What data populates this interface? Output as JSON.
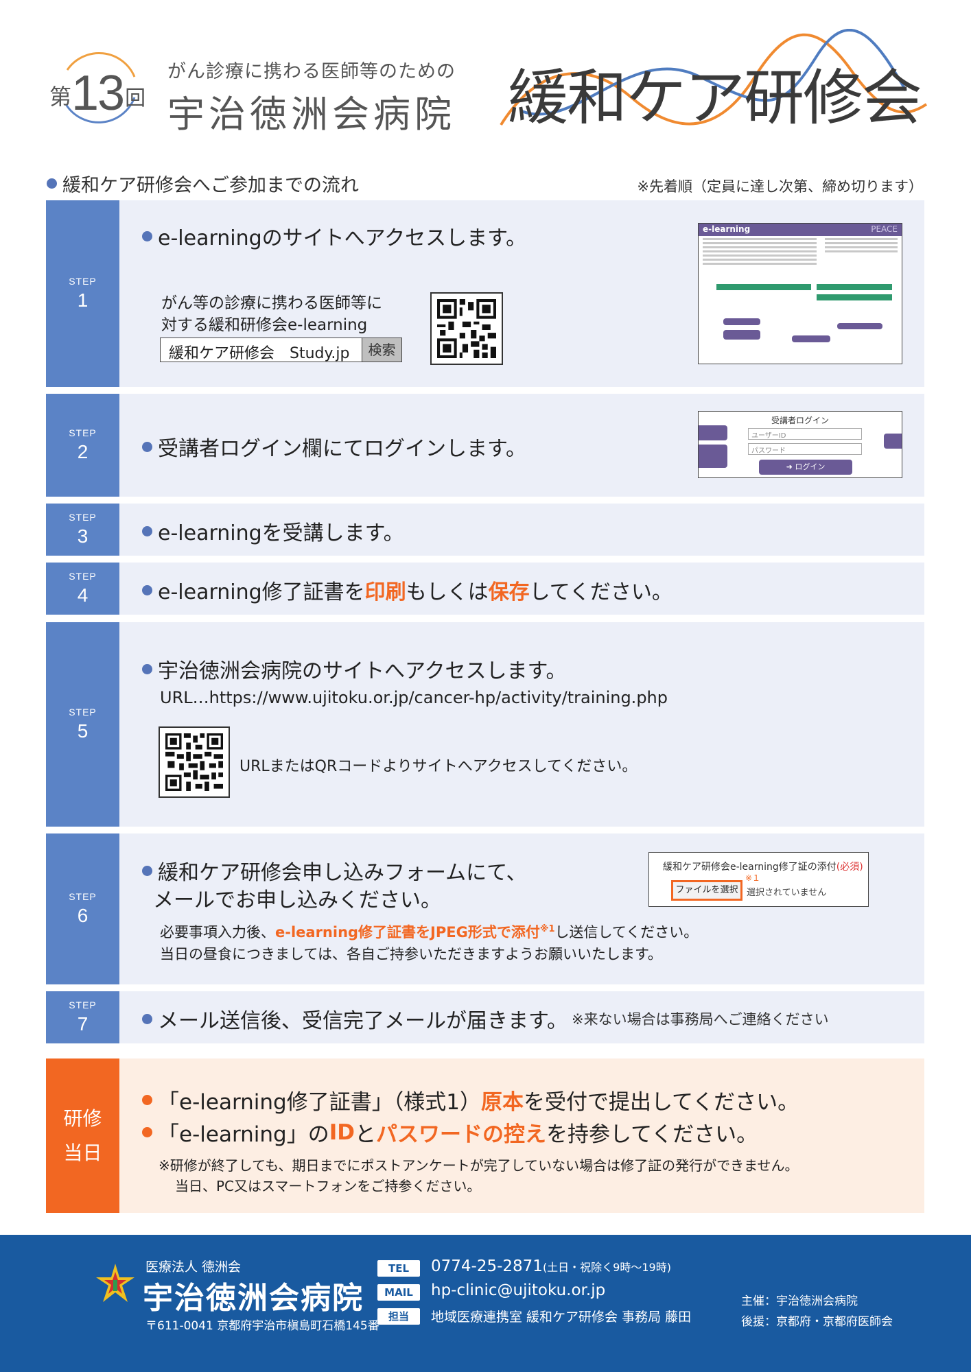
{
  "header": {
    "round_prefix": "第",
    "round_number": "13",
    "round_suffix": "回",
    "subtitle": "がん診療に携わる医師等のための",
    "hospital": "宇治徳洲会病院",
    "title": "緩和ケア研修会"
  },
  "flow": {
    "title": "緩和ケア研修会へご参加までの流れ",
    "note": "※先着順（定員に達し次第、締め切ります）"
  },
  "steps": {
    "label": "STEP",
    "s1": {
      "num": "1",
      "text": "e-learningのサイトへアクセスします。",
      "desc1": "がん等の診療に携わる医師等に",
      "desc2": "対する緩和研修会e-learning",
      "search_value": "緩和ケア研修会　Study.jp",
      "search_button": "検索",
      "thumb_title": "e-learning",
      "thumb_brand": "PEACE"
    },
    "s2": {
      "num": "2",
      "text": "受講者ログイン欄にてログインします。",
      "panel_title": "受講者ログイン",
      "user_placeholder": "ユーザーID",
      "pass_placeholder": "パスワード",
      "login_button": "ログイン"
    },
    "s3": {
      "num": "3",
      "text": "e-learningを受講します。"
    },
    "s4": {
      "num": "4",
      "t1": "e-learning修了証書を",
      "h1": "印刷",
      "t2": "もしくは",
      "h2": "保存",
      "t3": "してください。"
    },
    "s5": {
      "num": "5",
      "text": "宇治徳洲会病院のサイトへアクセスします。",
      "url": "URL…https://www.ujitoku.or.jp/cancer-hp/activity/training.php",
      "qr_note": "URLまたはQRコードよりサイトへアクセスしてください。"
    },
    "s6": {
      "num": "6",
      "line1": "緩和ケア研修会申し込みフォームにて、",
      "line2": "メールでお申し込みください。",
      "d1a": "必要事項入力後、",
      "d1h": "e-learning修了証書をJPEG形式で添付",
      "d1sup": "※1",
      "d1b": "し送信してください。",
      "d2": "当日の昼食につきましては、各自ご持参いただきますようお願いいたします。",
      "form_label": "緩和ケア研修会e-learning修了証の添付",
      "form_required": "(必須)",
      "form_button": "ファイルを選択",
      "form_ast": "※１",
      "form_none": "選択されていません"
    },
    "s7": {
      "num": "7",
      "text": "メール送信後、受信完了メールが届きます。",
      "note": "※来ない場合は事務局へご連絡ください"
    }
  },
  "day": {
    "tab1": "研修",
    "tab2": "当日",
    "l1a": "「e-learning修了証書」（様式1）",
    "l1h": "原本",
    "l1b": "を受付で提出してください。",
    "l2a": "「e-learning」の",
    "l2h1": "ID",
    "l2m": "と",
    "l2h2": "パスワードの控え",
    "l2b": "を持参してください。",
    "n1": "※研修が終了しても、期日までにポストアンケートが完了していない場合は修了証の発行ができません。",
    "n2": "当日、PC又はスマートフォンをご持参ください。"
  },
  "footer": {
    "org": "医療法人 徳洲会",
    "hospital": "宇治徳洲会病院",
    "address": "〒611-0041 京都府宇治市槇島町石橋145番",
    "tel_label": "TEL",
    "tel": "0774-25-2871",
    "tel_note": "(土日・祝除く9時〜19時)",
    "mail_label": "MAIL",
    "mail": "hp-clinic@ujitoku.or.jp",
    "contact_label": "担当",
    "contact": "地域医療連携室 緩和ケア研修会 事務局 藤田",
    "host": "主催：宇治徳洲会病院",
    "support": "後援：京都府・京都府医師会"
  },
  "colors": {
    "step_blue": "#5b83c6",
    "step_bg": "#eceff8",
    "accent_orange": "#f26722",
    "footer_blue": "#195aa0"
  }
}
